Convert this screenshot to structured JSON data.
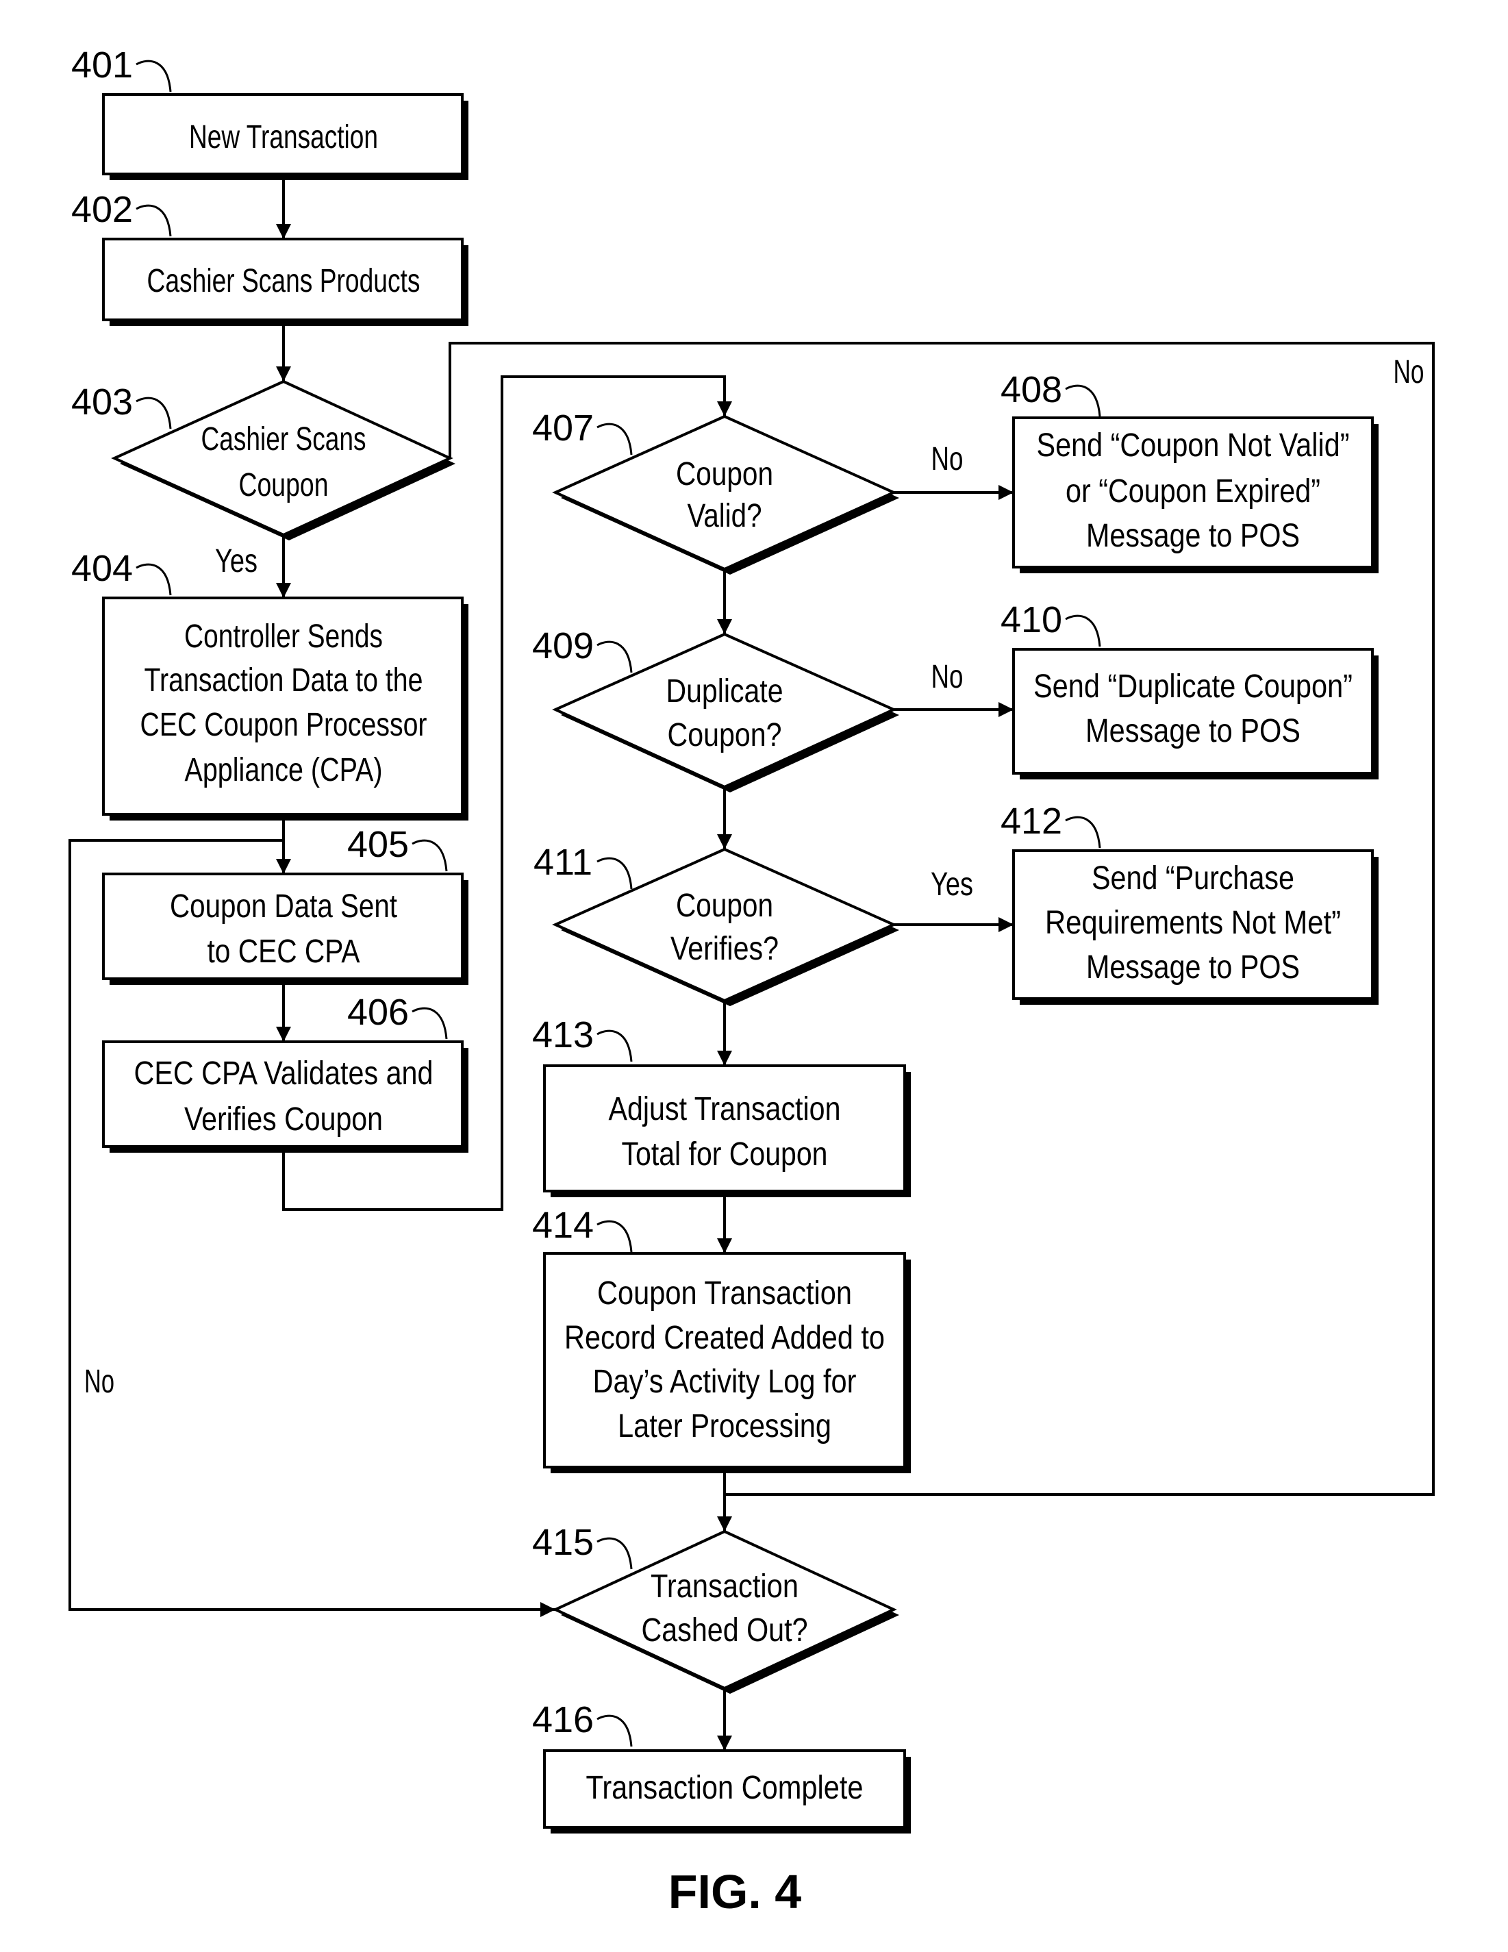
{
  "figure": {
    "label": "FIG. 4"
  },
  "colors": {
    "ink": "#000000",
    "paper": "#ffffff"
  },
  "steps": {
    "s401": {
      "number": "401",
      "lines": [
        "New Transaction"
      ]
    },
    "s402": {
      "number": "402",
      "lines": [
        "Cashier Scans Products"
      ]
    },
    "s403": {
      "number": "403",
      "lines": [
        "Cashier Scans",
        "Coupon"
      ]
    },
    "s404": {
      "number": "404",
      "lines": [
        "Controller Sends",
        "Transaction Data to the",
        "CEC Coupon Processor",
        "Appliance (CPA)"
      ]
    },
    "s405": {
      "number": "405",
      "lines": [
        "Coupon Data Sent",
        "to CEC CPA"
      ]
    },
    "s406": {
      "number": "406",
      "lines": [
        "CEC CPA Validates and",
        "Verifies Coupon"
      ]
    },
    "s407": {
      "number": "407",
      "lines": [
        "Coupon",
        "Valid?"
      ]
    },
    "s408": {
      "number": "408",
      "lines": [
        "Send “Coupon Not Valid”",
        "or “Coupon Expired”",
        "Message to POS"
      ]
    },
    "s409": {
      "number": "409",
      "lines": [
        "Duplicate",
        "Coupon?"
      ]
    },
    "s410": {
      "number": "410",
      "lines": [
        "Send “Duplicate Coupon”",
        "Message to POS"
      ]
    },
    "s411": {
      "number": "411",
      "lines": [
        "Coupon",
        "Verifies?"
      ]
    },
    "s412": {
      "number": "412",
      "lines": [
        "Send “Purchase",
        "Requirements Not Met”",
        "Message to POS"
      ]
    },
    "s413": {
      "number": "413",
      "lines": [
        "Adjust Transaction",
        "Total for Coupon"
      ]
    },
    "s414": {
      "number": "414",
      "lines": [
        "Coupon Transaction",
        "Record Created Added to",
        "Day’s Activity Log for",
        "Later Processing"
      ]
    },
    "s415": {
      "number": "415",
      "lines": [
        "Transaction",
        "Cashed Out?"
      ]
    },
    "s416": {
      "number": "416",
      "lines": [
        "Transaction Complete"
      ]
    }
  },
  "edge_labels": {
    "s403_to_s404": "Yes",
    "s403_loop": "No",
    "s407_to_s408": "No",
    "s409_to_s410": "No",
    "s411_to_s412": "Yes",
    "left_loop": "No"
  }
}
